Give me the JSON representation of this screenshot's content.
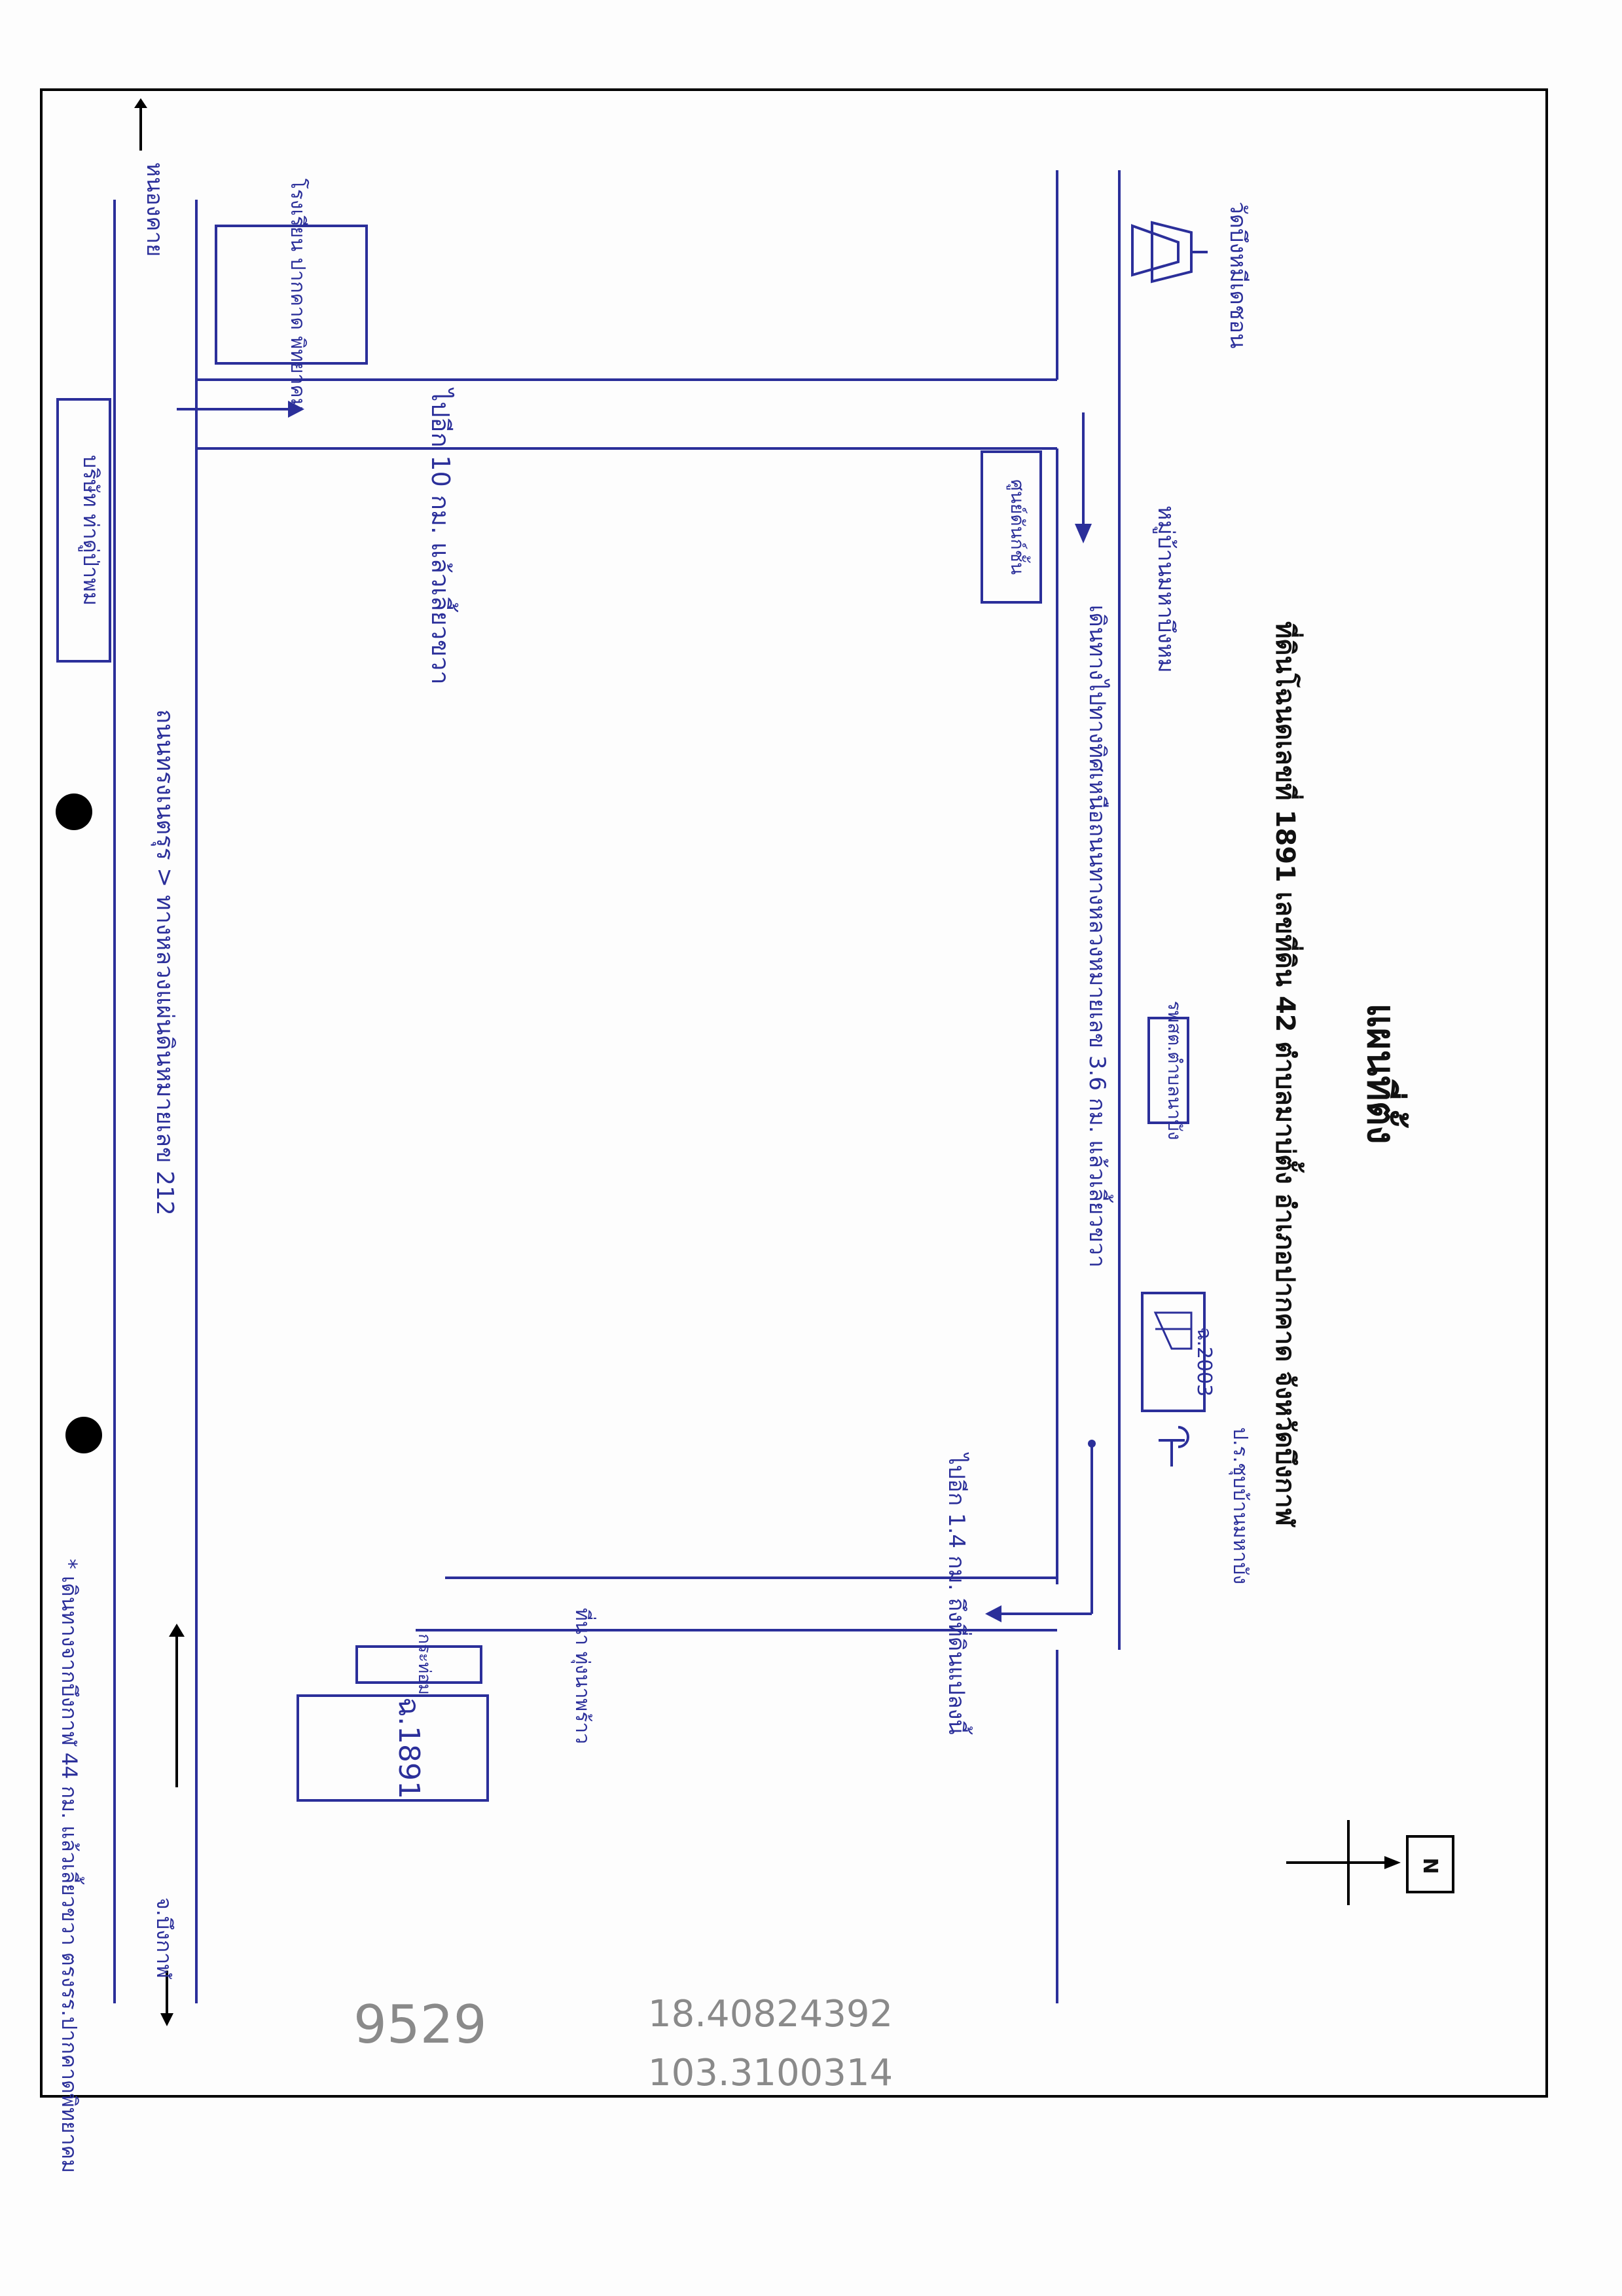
{
  "title": "แผนที่ตั้ง",
  "subtitle": "ที่ดินโฉนดเลขที่ 1891 เลขที่ดิน 42 ตำบลมาบ่ตั้ง อำเภอปากคาด จังหวัดบึงกาฬ",
  "north": "N",
  "roads": {
    "main_road": "ถนนทรงเนตรุร > ทางหลวงแผ่นดินหมายเลข 212",
    "to_nong_khai": "หนองคาย",
    "to_bueng_kan": "จ.บึงกาฬ"
  },
  "labels": {
    "temple": "วัดบึงหมีเดชอน",
    "school_box": "โรงเรียน ปากคาด พิทยาคม",
    "company_box": "บริษัท ท่าดู่ป่าพม",
    "village": "หมู่บ้านมหาบึงหม",
    "shop_box": "ศูนย์ดันก์ชั้น",
    "health_box": "รพสต.ตำบลนาบัง",
    "water_tank": "ป.ร.ชุบบ้านมหาบัง",
    "land_2003": "ฉ.2003",
    "land_1891": "ฉ.1891",
    "hut": "กระท่อม",
    "rice_field": "ที่นา ทุ่งนาพร้าว"
  },
  "directions": {
    "turn_10km": "ไปอีก 10 กม. แล้วเลี้ยวขวา",
    "go_36km": "เดินทางไปทางทิศเหนือถนนทางหลวงหมายเลข 3.6 กม. แล้วเลี้ยวขวา",
    "go_14km": "ไปอีก 1.4 กม. ถึงที่ดินแปลงนี้",
    "note": "* เดินทางจากบึงกาฬ 44 กม. แล้วเลี้ยวขวา ตรงรร.ปากคาดพิทยาคม"
  },
  "handwritten": {
    "ref_no": "9529",
    "lat": "18.40824392",
    "lon": "103.3100314"
  },
  "colors": {
    "ink": "#2b2f9a",
    "print": "#111111",
    "pencil": "#8a8a8a"
  }
}
